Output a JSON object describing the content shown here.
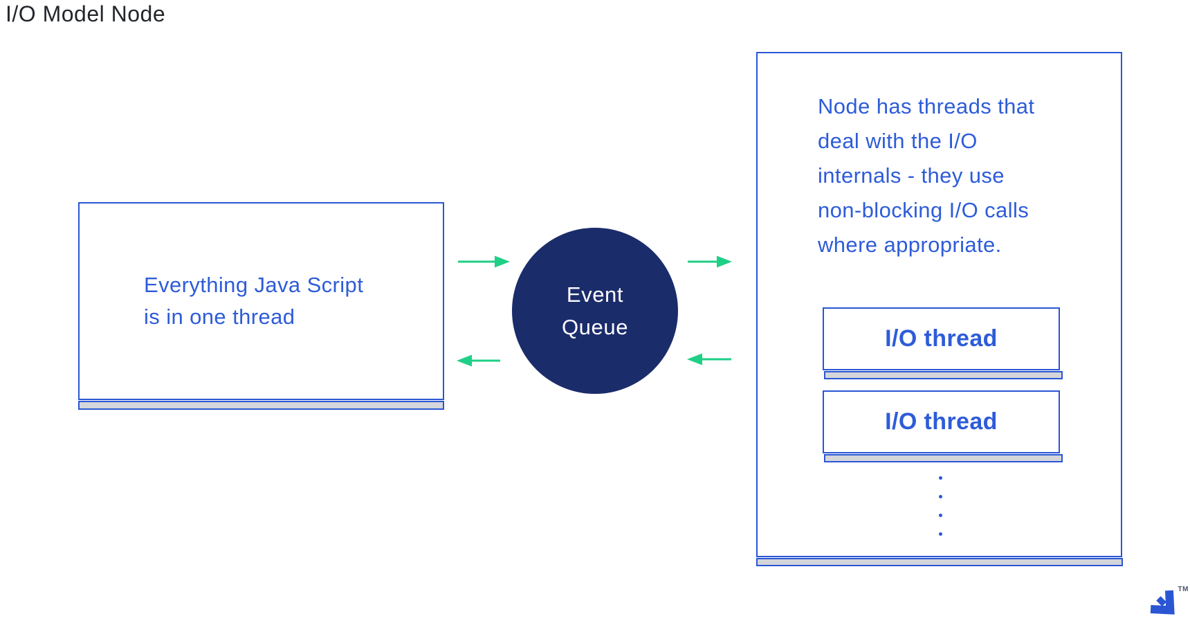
{
  "title": "I/O Model Node",
  "colors": {
    "accent_blue": "#2a56d4",
    "text_blue": "#2e5cd8",
    "navy": "#1b2c6b",
    "green": "#1fcf86",
    "strip_gray": "#d4d6db",
    "title_text": "#23272b"
  },
  "main_thread_box": {
    "label": [
      "Everything Java Script",
      "is in one thread"
    ]
  },
  "event_queue": {
    "label": [
      "Event",
      "Queue"
    ]
  },
  "io_box": {
    "description": [
      "Node has threads that",
      "deal with the I/O",
      "internals - they use",
      "non-blocking I/O calls",
      "where appropriate."
    ],
    "threads": [
      {
        "label": "I/O thread"
      },
      {
        "label": "I/O thread"
      }
    ],
    "ellipsis_dots": 4
  },
  "icons": {
    "flow_arrow_right": "green-arrow-right",
    "flow_arrow_left": "green-arrow-left",
    "brand_logo": "toptal-chevron-mark"
  },
  "logo": {
    "trademark": "TM"
  }
}
